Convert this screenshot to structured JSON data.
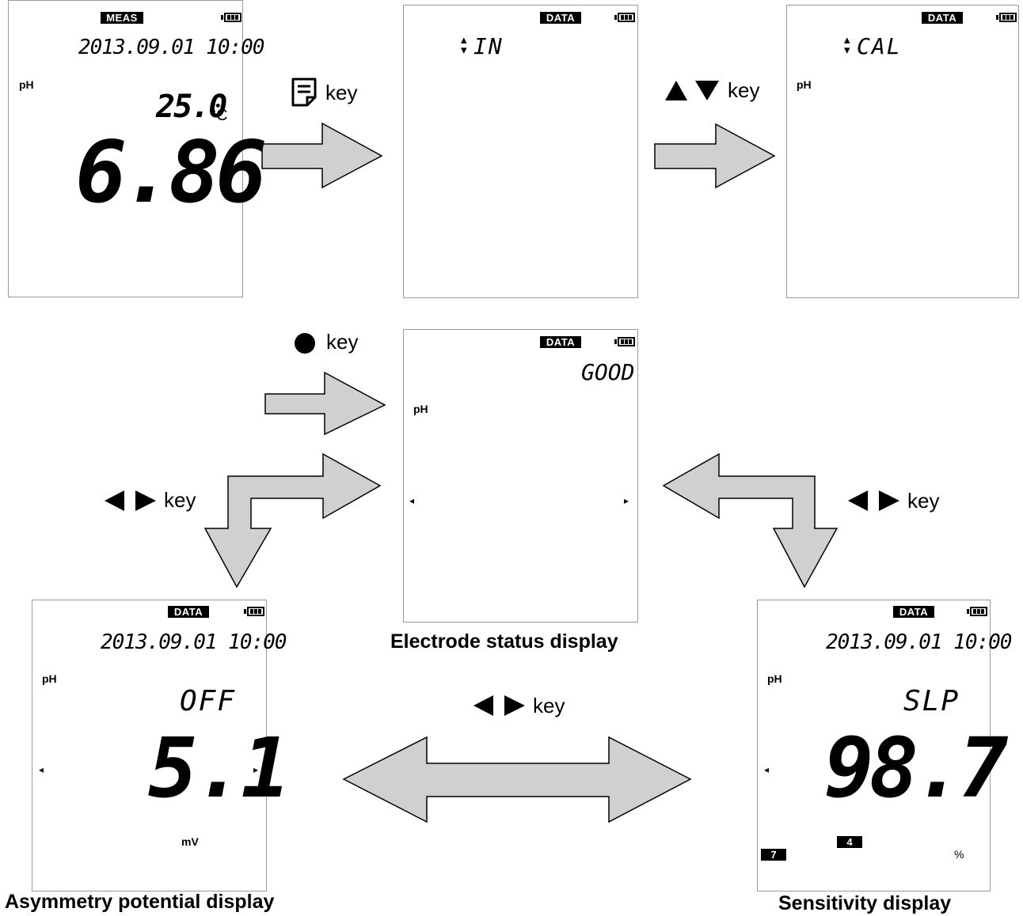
{
  "screens": {
    "meas": {
      "badge": "MEAS",
      "datetime": "2013.09.01 10:00",
      "unit_label": "pH",
      "temperature": "25.0",
      "temp_unit": "°C",
      "value": "6.86"
    },
    "in": {
      "badge": "DATA",
      "menu": "IN"
    },
    "cal": {
      "badge": "DATA",
      "menu": "CAL",
      "unit_label": "pH"
    },
    "status": {
      "badge": "DATA",
      "status": "GOOD",
      "unit_label": "pH"
    },
    "asym": {
      "badge": "DATA",
      "datetime": "2013.09.01 10:00",
      "unit_label": "pH",
      "label": "OFF",
      "value": "5.1",
      "unit": "mV"
    },
    "sens": {
      "badge": "DATA",
      "datetime": "2013.09.01 10:00",
      "unit_label": "pH",
      "label": "SLP",
      "value": "98.7",
      "tag1": "7",
      "tag2": "4",
      "unit": "%"
    }
  },
  "keys": {
    "data_key": "key",
    "updown_key": "key",
    "circle_key": "key",
    "lr_key_left": "key",
    "lr_key_right": "key",
    "lr_key_bottom": "key"
  },
  "captions": {
    "status": "Electrode status display",
    "asym": "Asymmetry potential display",
    "sens": "Sensitivity display"
  },
  "icons": [
    "document-key-icon",
    "up-triangle-icon",
    "down-triangle-icon",
    "filled-circle-icon",
    "left-triangle-icon",
    "right-triangle-icon",
    "battery-icon"
  ]
}
